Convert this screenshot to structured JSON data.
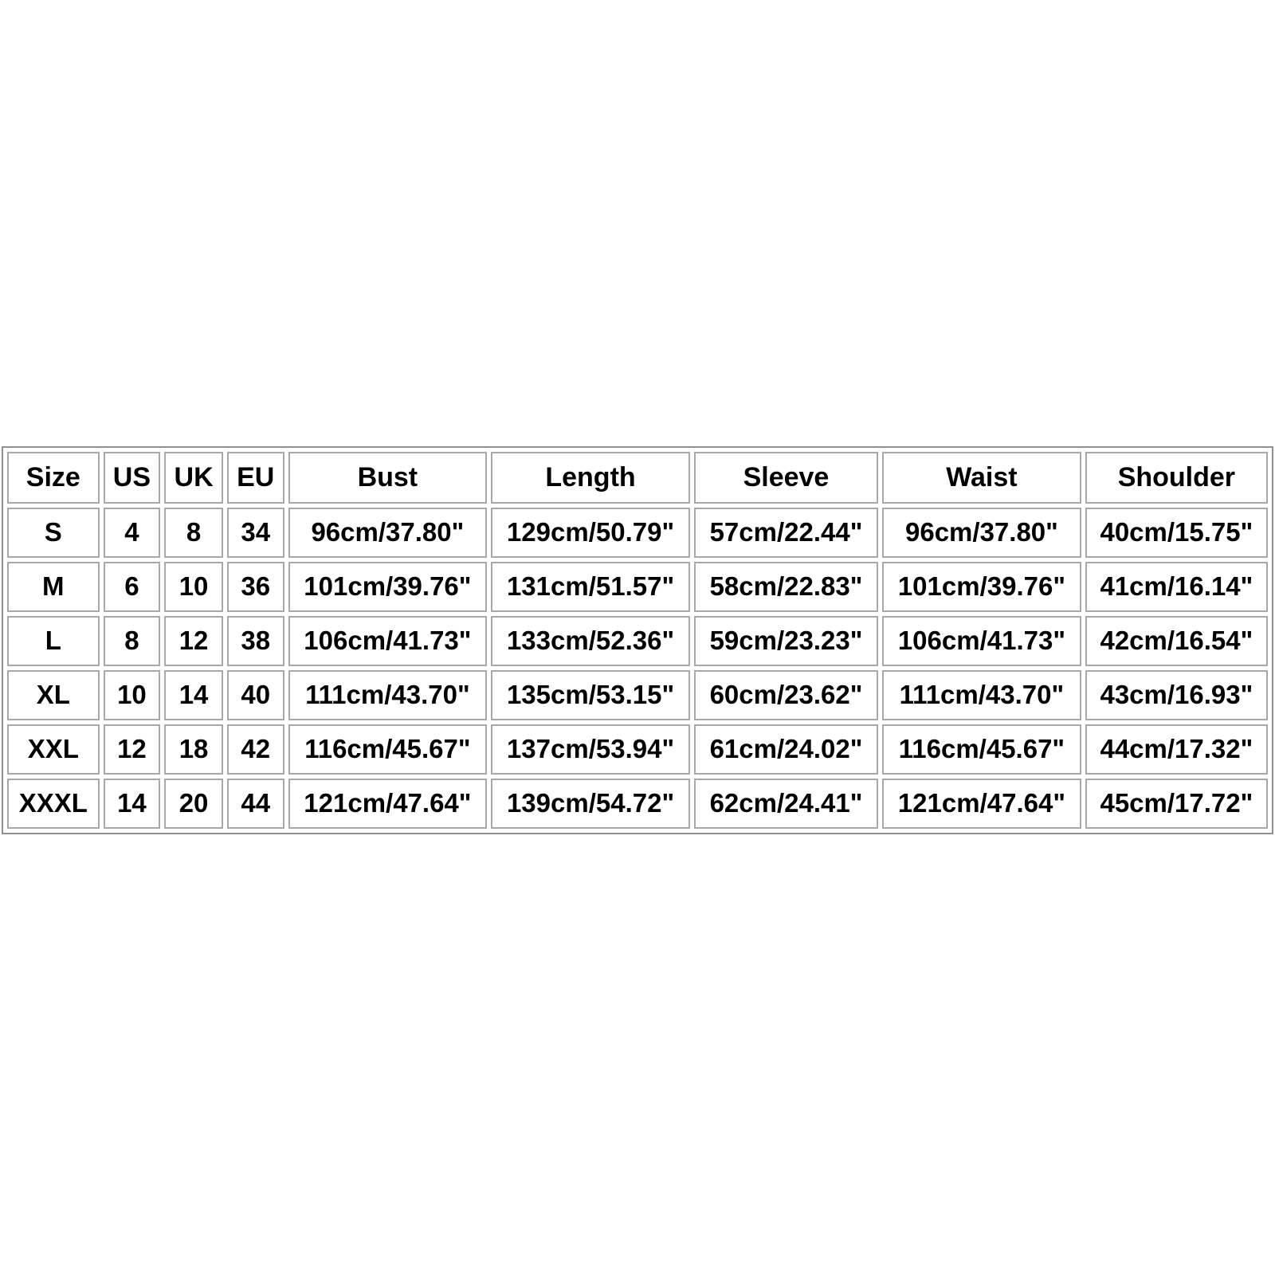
{
  "table": {
    "headers": [
      "Size",
      "US",
      "UK",
      "EU",
      "Bust",
      "Length",
      "Sleeve",
      "Waist",
      "Shoulder"
    ],
    "rows": [
      [
        "S",
        "4",
        "8",
        "34",
        "96cm/37.80\"",
        "129cm/50.79\"",
        "57cm/22.44\"",
        "96cm/37.80\"",
        "40cm/15.75\""
      ],
      [
        "M",
        "6",
        "10",
        "36",
        "101cm/39.76\"",
        "131cm/51.57\"",
        "58cm/22.83\"",
        "101cm/39.76\"",
        "41cm/16.14\""
      ],
      [
        "L",
        "8",
        "12",
        "38",
        "106cm/41.73\"",
        "133cm/52.36\"",
        "59cm/23.23\"",
        "106cm/41.73\"",
        "42cm/16.54\""
      ],
      [
        "XL",
        "10",
        "14",
        "40",
        "111cm/43.70\"",
        "135cm/53.15\"",
        "60cm/23.62\"",
        "111cm/43.70\"",
        "43cm/16.93\""
      ],
      [
        "XXL",
        "12",
        "18",
        "42",
        "116cm/45.67\"",
        "137cm/53.94\"",
        "61cm/24.02\"",
        "116cm/45.67\"",
        "44cm/17.32\""
      ],
      [
        "XXXL",
        "14",
        "20",
        "44",
        "121cm/47.64\"",
        "139cm/54.72\"",
        "62cm/24.41\"",
        "121cm/47.64\"",
        "45cm/17.72\""
      ]
    ]
  }
}
